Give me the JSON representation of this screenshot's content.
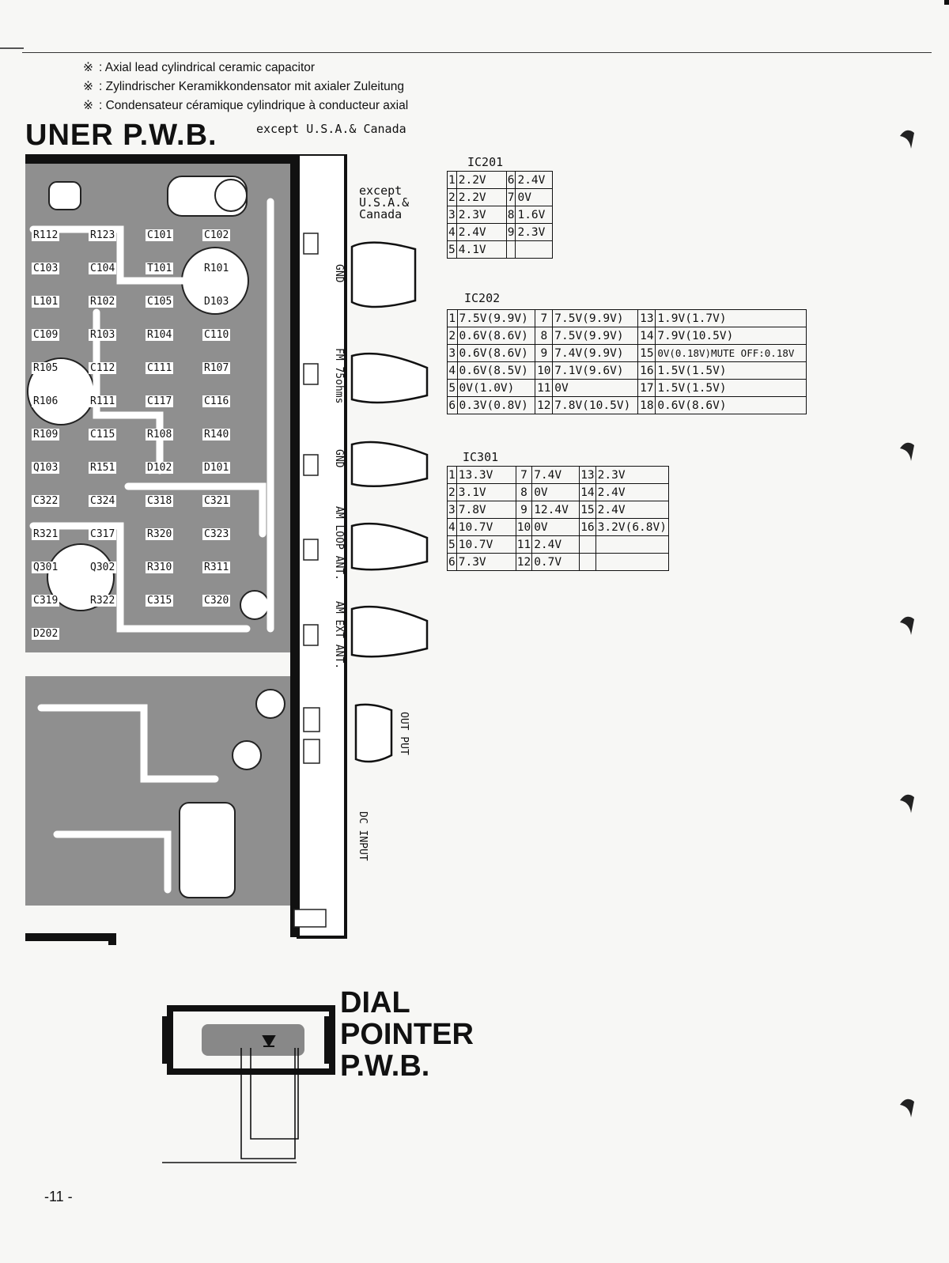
{
  "legend": {
    "symbol": "※",
    "lines": [
      ": Axial lead cylindrical ceramic capacitor",
      ": Zylindrischer Keramikkondensator mit axialer Zuleitung",
      ": Condensateur céramique cylindrique à conducteur axial"
    ]
  },
  "titles": {
    "tuner": "UNER P.W.B.",
    "except_top": "except U.S.A.& Canada",
    "except_side": [
      "except",
      "U.S.A.&",
      "Canada"
    ],
    "dial": [
      "DIAL",
      "POINTER",
      "P.W.B."
    ]
  },
  "ic201": {
    "title": "IC201",
    "rows": [
      [
        "1",
        "2.2V",
        "6",
        "2.4V"
      ],
      [
        "2",
        "2.2V",
        "7",
        "0V"
      ],
      [
        "3",
        "2.3V",
        "8",
        "1.6V"
      ],
      [
        "4",
        "2.4V",
        "9",
        "2.3V"
      ],
      [
        "5",
        "4.1V",
        "",
        ""
      ]
    ]
  },
  "ic202": {
    "title": "IC202",
    "rows": [
      [
        "1",
        "7.5V(9.9V)",
        "7",
        "7.5V(9.9V)",
        "13",
        "1.9V(1.7V)"
      ],
      [
        "2",
        "0.6V(8.6V)",
        "8",
        "7.5V(9.9V)",
        "14",
        "7.9V(10.5V)"
      ],
      [
        "3",
        "0.6V(8.6V)",
        "9",
        "7.4V(9.9V)",
        "15",
        "0V(0.18V)MUTE OFF:0.18V"
      ],
      [
        "4",
        "0.6V(8.5V)",
        "10",
        "7.1V(9.6V)",
        "16",
        "1.5V(1.5V)"
      ],
      [
        "5",
        "0V(1.0V)",
        "11",
        "0V",
        "17",
        "1.5V(1.5V)"
      ],
      [
        "6",
        "0.3V(0.8V)",
        "12",
        "7.8V(10.5V)",
        "18",
        "0.6V(8.6V)"
      ]
    ]
  },
  "ic301": {
    "title": "IC301",
    "rows": [
      [
        "1",
        "13.3V",
        "7",
        "7.4V",
        "13",
        "2.3V"
      ],
      [
        "2",
        "3.1V",
        "8",
        "0V",
        "14",
        "2.4V"
      ],
      [
        "3",
        "7.8V",
        "9",
        "12.4V",
        "15",
        "2.4V"
      ],
      [
        "4",
        "10.7V",
        "10",
        "0V",
        "16",
        "3.2V(6.8V)"
      ],
      [
        "5",
        "10.7V",
        "11",
        "2.4V",
        "",
        ""
      ],
      [
        "6",
        "7.3V",
        "12",
        "0.7V",
        "",
        ""
      ]
    ]
  },
  "connectors": [
    "GND",
    "FM 75ohms",
    "GND",
    "AM LOOP ANT.",
    "AM EXT ANT.",
    "OUT PUT",
    "DC INPUT"
  ],
  "board_labels": [
    "R112",
    "R123",
    "C101",
    "C102",
    "C103",
    "C104",
    "T101",
    "R101",
    "L101",
    "R102",
    "C105",
    "D103",
    "C109",
    "R103",
    "R104",
    "C110",
    "R105",
    "C112",
    "C111",
    "R107",
    "R106",
    "R111",
    "C117",
    "C116",
    "R109",
    "C115",
    "R108",
    "R140",
    "Q103",
    "R151",
    "D102",
    "D101",
    "C322",
    "C324",
    "C318",
    "C321",
    "R321",
    "C317",
    "R320",
    "C323",
    "Q301",
    "Q302",
    "R310",
    "R311",
    "C319",
    "R322",
    "C315",
    "C320",
    "D202"
  ],
  "page_number": "-11 -"
}
